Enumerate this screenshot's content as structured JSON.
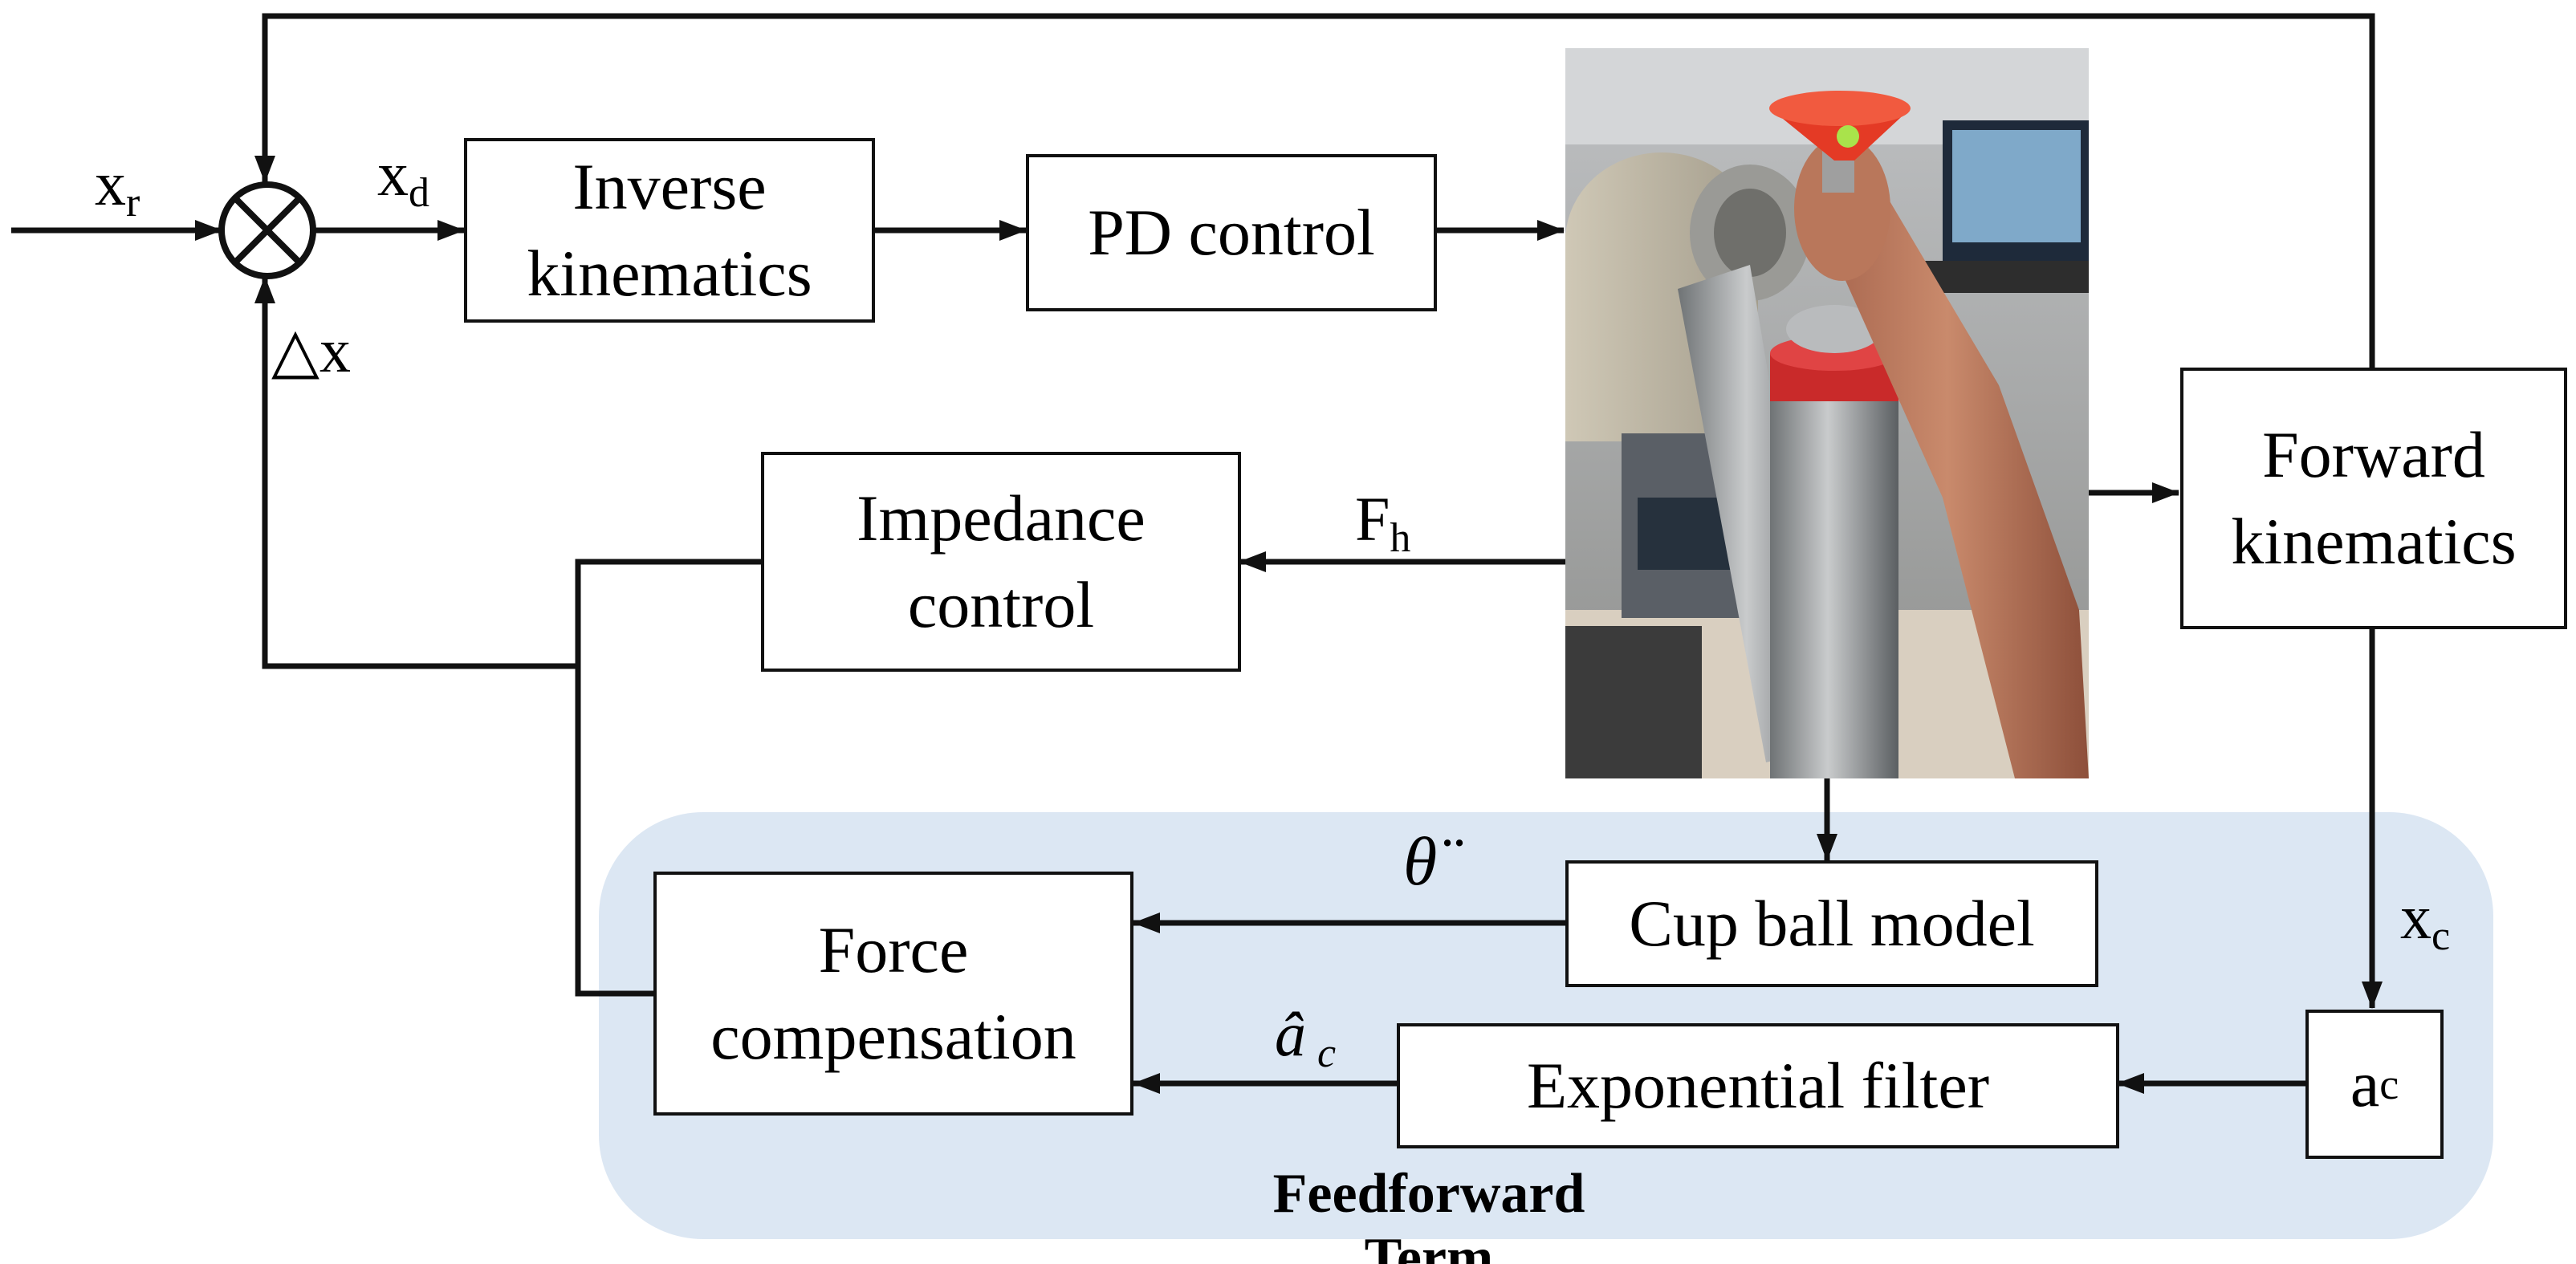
{
  "blocks": {
    "inverse_kinematics": "Inverse\nkinematics",
    "pd_control": "PD control",
    "impedance_control": "Impedance\ncontrol",
    "forward_kinematics": "Forward\nkinematics",
    "cup_ball_model": "Cup ball model",
    "force_compensation": "Force\ncompensation",
    "exponential_filter": "Exponential filter",
    "ac_block": {
      "main": "a",
      "sub": "c"
    }
  },
  "signals": {
    "xr": {
      "main": "x",
      "sub": "r"
    },
    "xd": {
      "main": "x",
      "sub": "d"
    },
    "delta_x": "△x",
    "fh": {
      "main": "F",
      "sub": "h"
    },
    "xc": {
      "main": "x",
      "sub": "c"
    },
    "theta_ddot": "θ̈",
    "a_hat_c": {
      "main": "â",
      "sub": "c"
    }
  },
  "regions": {
    "feedforward_title": "Feedforward Term"
  },
  "colors": {
    "feedforward_background": "#dce7f3",
    "line": "#111111"
  },
  "icons": {
    "summing_junction": "circle-cross-icon",
    "photo": "robot-arm-cup-ball-photo"
  }
}
